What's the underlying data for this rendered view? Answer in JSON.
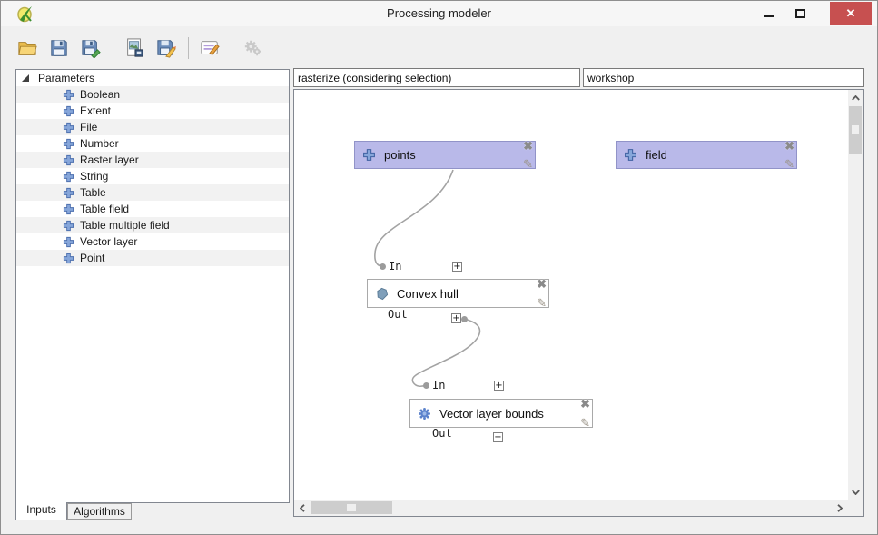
{
  "window": {
    "title": "Processing modeler",
    "close_glyph": "✕"
  },
  "toolbar": {
    "buttons": [
      {
        "icon": "open-model-folder-icon",
        "name": "Open model"
      },
      {
        "icon": "save-model-icon",
        "name": "Save"
      },
      {
        "icon": "save-model-as-icon",
        "name": "Save as"
      },
      {
        "icon": "export-as-image-icon",
        "name": "Export as image"
      },
      {
        "icon": "save-as-python-icon",
        "name": "Save as Python script"
      },
      {
        "icon": "edit-model-help-icon",
        "name": "Edit model help"
      },
      {
        "icon": "run-model-gears-icon",
        "name": "Run model"
      }
    ]
  },
  "sidebar": {
    "root": "Parameters",
    "items": [
      "Boolean",
      "Extent",
      "File",
      "Number",
      "Raster layer",
      "String",
      "Table",
      "Table field",
      "Table multiple field",
      "Vector layer",
      "Point"
    ],
    "tabs": [
      "Inputs",
      "Algorithms"
    ]
  },
  "header": {
    "model_name": "rasterize (considering selection)",
    "model_group": "workshop"
  },
  "canvas": {
    "inputs": [
      {
        "label": "points"
      },
      {
        "label": "field"
      }
    ],
    "algorithms": [
      {
        "label": "Convex hull"
      },
      {
        "label": "Vector layer bounds"
      }
    ],
    "port_in": "In",
    "port_out": "Out",
    "expand_glyph": "+"
  },
  "colors": {
    "input_node_bg": "#b9b9e9",
    "input_node_border": "#9193c8",
    "close_button": "#c75050",
    "wire": "#a3a3a3",
    "selection_border": "#828790"
  }
}
